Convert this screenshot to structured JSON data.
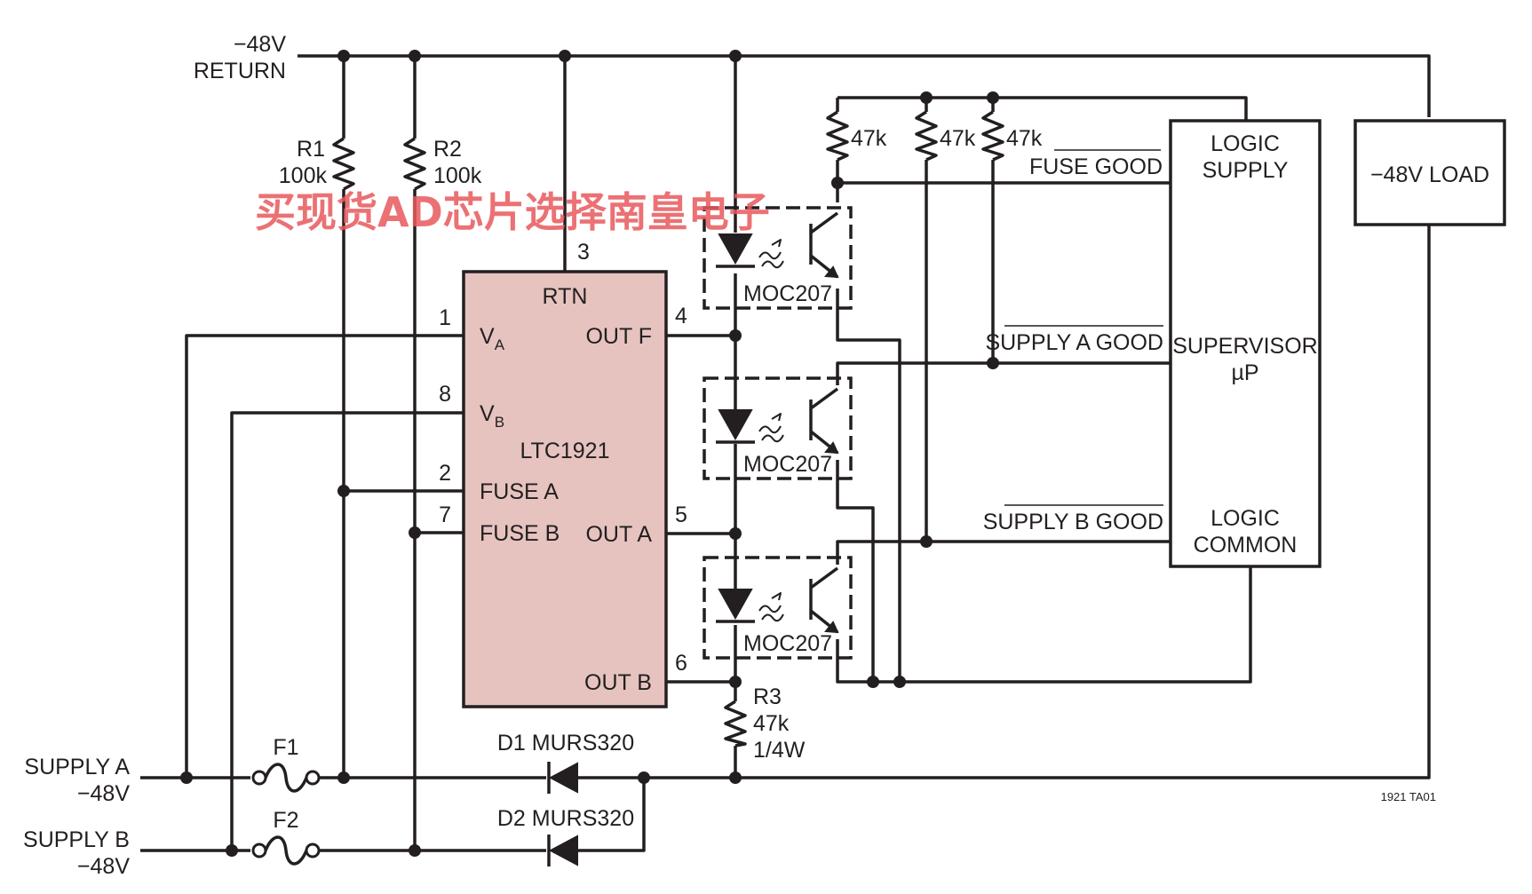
{
  "rails": {
    "return_line1": "−48V",
    "return_line2": "RETURN",
    "supply_a_line1": "SUPPLY A",
    "supply_a_line2": "−48V",
    "supply_b_line1": "SUPPLY B",
    "supply_b_line2": "−48V"
  },
  "resistors": {
    "r1_name": "R1",
    "r1_value": "100k",
    "r2_name": "R2",
    "r2_value": "100k",
    "r3_name": "R3",
    "r3_value": "47k",
    "r3_power": "1/4W",
    "pullup_1": "47k",
    "pullup_2": "47k",
    "pullup_3": "47k"
  },
  "ic": {
    "name": "LTC1921",
    "pin_rtn": "RTN",
    "pin_va_main": "V",
    "pin_va_sub": "A",
    "pin_vb_main": "V",
    "pin_vb_sub": "B",
    "pin_fuse_a": "FUSE A",
    "pin_fuse_b": "FUSE B",
    "pin_out_f": "OUT F",
    "pin_out_a": "OUT A",
    "pin_out_b": "OUT B",
    "num_rtn": "3",
    "num_va": "1",
    "num_vb": "8",
    "num_fuse_a": "2",
    "num_fuse_b": "7",
    "num_out_f": "4",
    "num_out_a": "5",
    "num_out_b": "6"
  },
  "optocouplers": [
    "MOC207",
    "MOC207",
    "MOC207"
  ],
  "fuses": {
    "f1": "F1",
    "f2": "F2"
  },
  "diodes": {
    "d1": "D1 MURS320",
    "d2": "D2 MURS320"
  },
  "signals": {
    "fuse_good": "FUSE GOOD",
    "supply_a_good": "SUPPLY A GOOD",
    "supply_b_good": "SUPPLY B GOOD"
  },
  "supervisor": {
    "logic_supply_1": "LOGIC",
    "logic_supply_2": "SUPPLY",
    "title_1": "SUPERVISOR",
    "title_2": "µP",
    "logic_common_1": "LOGIC",
    "logic_common_2": "COMMON"
  },
  "load": {
    "label": "−48V LOAD"
  },
  "figure_id": "1921 TA01",
  "watermark": "买现货AD芯片选择南皇电子"
}
